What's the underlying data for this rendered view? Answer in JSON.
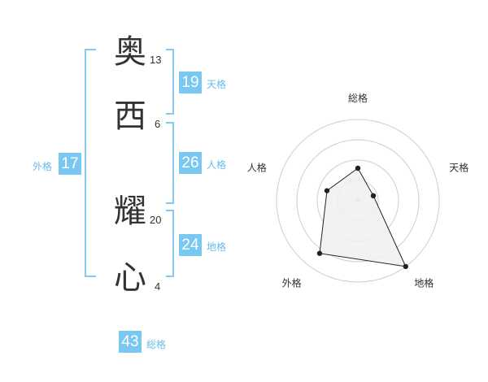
{
  "name": {
    "chars": [
      {
        "char": "奥",
        "strokes": "13"
      },
      {
        "char": "西",
        "strokes": "6"
      },
      {
        "char": "耀",
        "strokes": "20"
      },
      {
        "char": "心",
        "strokes": "4"
      }
    ]
  },
  "fortune": {
    "tenkaku": {
      "value": "19",
      "label": "天格"
    },
    "jinkaku": {
      "value": "26",
      "label": "人格"
    },
    "chikaku": {
      "value": "24",
      "label": "地格"
    },
    "gaikaku": {
      "value": "17",
      "label": "外格"
    },
    "soukaku": {
      "value": "43",
      "label": "総格"
    }
  },
  "chart_data": {
    "type": "radar",
    "axes": [
      "総格",
      "天格",
      "地格",
      "外格",
      "人格"
    ],
    "values": [
      2,
      1,
      5,
      4,
      2
    ],
    "max": 5,
    "rings": 4,
    "fill_color": "#f0f0f0",
    "line_color": "#222222"
  }
}
